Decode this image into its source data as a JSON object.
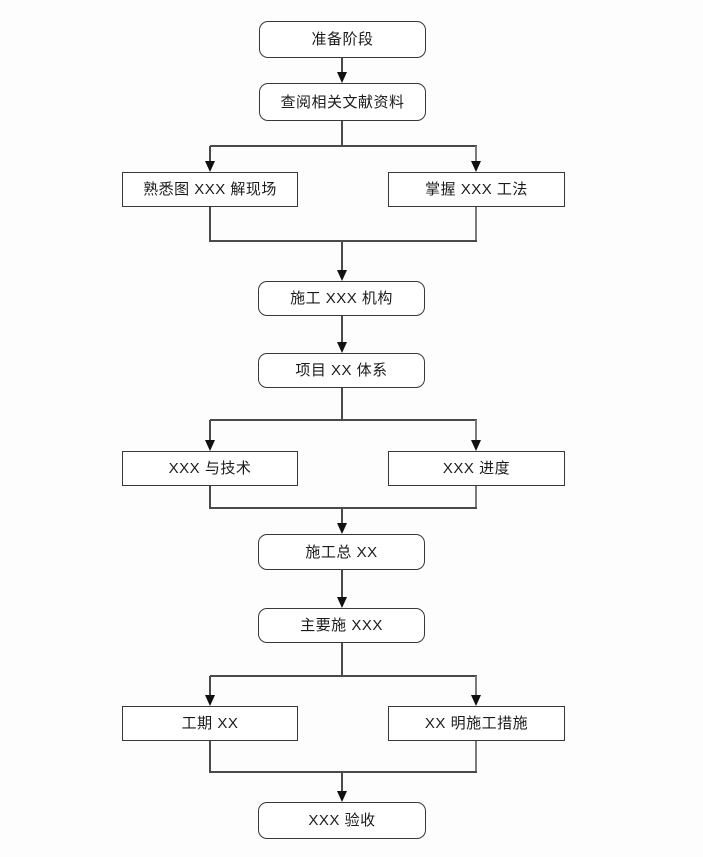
{
  "diagram": {
    "type": "flowchart",
    "background_color": "#fdfdfd",
    "box_fill_color": "#ffffff",
    "box_border_color": "#383838",
    "line_color": "#4a4a4a",
    "line_color_light": "#7a7a7a",
    "arrow_color": "#111111",
    "text_color": "#1b1b1b",
    "nodes": [
      {
        "id": 1,
        "label": "准备阶段",
        "shape": "rounded"
      },
      {
        "id": 2,
        "label": "查阅相关文献资料",
        "shape": "rounded"
      },
      {
        "id": 3,
        "label": "熟悉图 XXX 解现场",
        "shape": "rect"
      },
      {
        "id": 4,
        "label": "掌握 XXX 工法",
        "shape": "rect"
      },
      {
        "id": 5,
        "label": "施工 XXX 机构",
        "shape": "rounded"
      },
      {
        "id": 6,
        "label": "项目 XX 体系",
        "shape": "rounded"
      },
      {
        "id": 7,
        "label": "XXX 与技术",
        "shape": "rect"
      },
      {
        "id": 8,
        "label": "XXX 进度",
        "shape": "rect"
      },
      {
        "id": 9,
        "label": "施工总 XX",
        "shape": "rounded"
      },
      {
        "id": 10,
        "label": "主要施 XXX",
        "shape": "rounded"
      },
      {
        "id": 11,
        "label": "工期 XX",
        "shape": "rect"
      },
      {
        "id": 12,
        "label": "XX 明施工措施",
        "shape": "rect"
      },
      {
        "id": 13,
        "label": "XXX 验收",
        "shape": "rounded"
      }
    ],
    "edges": [
      {
        "from": 1,
        "to": 2
      },
      {
        "from": 2,
        "to": 3
      },
      {
        "from": 2,
        "to": 4
      },
      {
        "from": 3,
        "to": 5
      },
      {
        "from": 4,
        "to": 5
      },
      {
        "from": 5,
        "to": 6
      },
      {
        "from": 6,
        "to": 7
      },
      {
        "from": 6,
        "to": 8
      },
      {
        "from": 7,
        "to": 9
      },
      {
        "from": 8,
        "to": 9
      },
      {
        "from": 9,
        "to": 10
      },
      {
        "from": 10,
        "to": 11
      },
      {
        "from": 10,
        "to": 12
      },
      {
        "from": 11,
        "to": 13
      },
      {
        "from": 12,
        "to": 13
      }
    ]
  }
}
